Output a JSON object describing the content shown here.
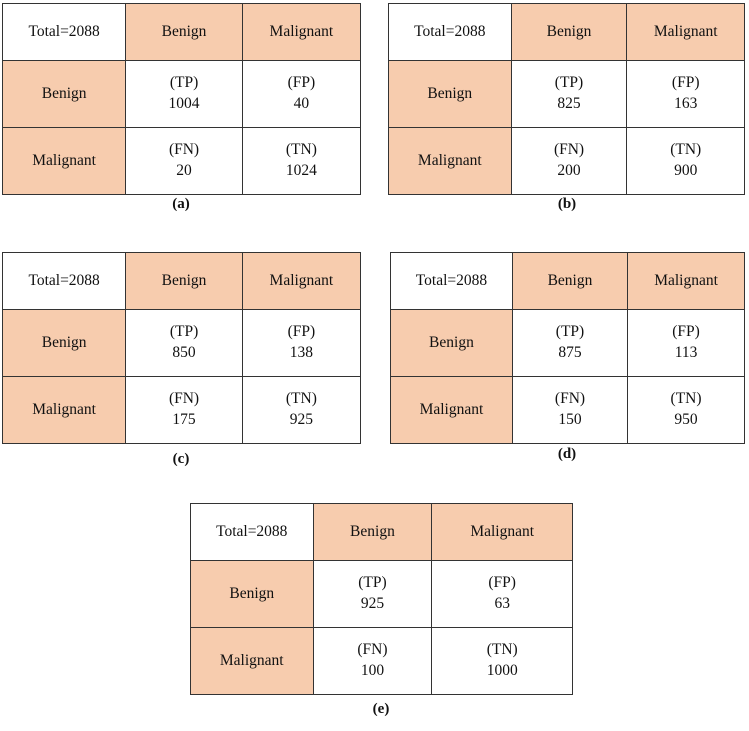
{
  "figure": {
    "colors": {
      "header_fill": "#f7ccae",
      "cell_background": "#ffffff",
      "border": "#333333",
      "text": "#111111"
    },
    "labels": {
      "tp": "(TP)",
      "fp": "(FP)",
      "fn": "(FN)",
      "tn": "(TN)"
    },
    "matrices": [
      {
        "id": "a",
        "caption": "(a)",
        "corner": "Total=2088",
        "column_headers": [
          "Benign",
          "Malignant"
        ],
        "row_headers": [
          "Benign",
          "Malignant"
        ],
        "cells": {
          "tp_tag": "(TP)",
          "tp_value": "1004",
          "fp_tag": "(FP)",
          "fp_value": "40",
          "fn_tag": "(FN)",
          "fn_value": "20",
          "tn_tag": "(TN)",
          "tn_value": "1024"
        }
      },
      {
        "id": "b",
        "caption": "(b)",
        "corner": "Total=2088",
        "column_headers": [
          "Benign",
          "Malignant"
        ],
        "row_headers": [
          "Benign",
          "Malignant"
        ],
        "cells": {
          "tp_tag": "(TP)",
          "tp_value": "825",
          "fp_tag": "(FP)",
          "fp_value": "163",
          "fn_tag": "(FN)",
          "fn_value": "200",
          "tn_tag": "(TN)",
          "tn_value": "900"
        }
      },
      {
        "id": "c",
        "caption": "(c)",
        "corner": "Total=2088",
        "column_headers": [
          "Benign",
          "Malignant"
        ],
        "row_headers": [
          "Benign",
          "Malignant"
        ],
        "cells": {
          "tp_tag": "(TP)",
          "tp_value": "850",
          "fp_tag": "(FP)",
          "fp_value": "138",
          "fn_tag": "(FN)",
          "fn_value": "175",
          "tn_tag": "(TN)",
          "tn_value": "925"
        }
      },
      {
        "id": "d",
        "caption": "(d)",
        "corner": "Total=2088",
        "column_headers": [
          "Benign",
          "Malignant"
        ],
        "row_headers": [
          "Benign",
          "Malignant"
        ],
        "cells": {
          "tp_tag": "(TP)",
          "tp_value": "875",
          "fp_tag": "(FP)",
          "fp_value": "113",
          "fn_tag": "(FN)",
          "fn_value": "150",
          "tn_tag": "(TN)",
          "tn_value": "950"
        }
      },
      {
        "id": "e",
        "caption": "(e)",
        "corner": "Total=2088",
        "column_headers": [
          "Benign",
          "Malignant"
        ],
        "row_headers": [
          "Benign",
          "Malignant"
        ],
        "cells": {
          "tp_tag": "(TP)",
          "tp_value": "925",
          "fp_tag": "(FP)",
          "fp_value": "63",
          "fn_tag": "(FN)",
          "fn_value": "100",
          "tn_tag": "(TN)",
          "tn_value": "1000"
        }
      }
    ]
  }
}
